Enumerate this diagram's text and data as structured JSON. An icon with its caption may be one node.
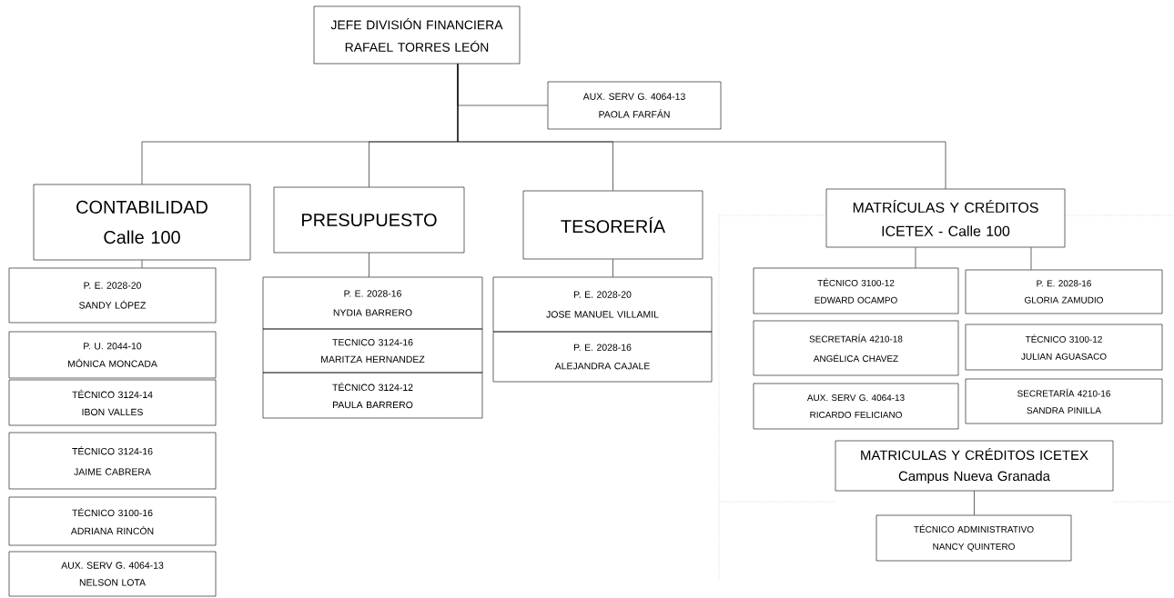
{
  "diagram": {
    "nodes": [
      {
        "text": [
          "JEFE DIVISIÓN FINANCIERA",
          "RAFAEL TORRES LEÓN"
        ]
      },
      {
        "text": [
          "AUX. SERV G. 4064-13",
          "PAOLA FARFÁN"
        ]
      },
      {
        "text": [
          "CONTABILIDAD",
          "Calle 100"
        ]
      },
      {
        "text": [
          "PRESUPUESTO"
        ]
      },
      {
        "text": [
          "TESORERÍA"
        ]
      },
      {
        "text": [
          "MATRÍCULAS Y CRÉDITOS",
          "ICETEX - Calle 100"
        ]
      },
      {
        "text": [
          "P. E. 2028-20",
          "SANDY LÓPEZ"
        ]
      },
      {
        "text": [
          "P. U. 2044-10",
          "MÓNICA MONCADA"
        ]
      },
      {
        "text": [
          "TÉCNICO 3124-14",
          "IBON VALLES"
        ]
      },
      {
        "text": [
          "TÉCNICO 3124-16",
          "JAIME CABRERA"
        ]
      },
      {
        "text": [
          "TÉCNICO 3100-16",
          "ADRIANA RINCÓN"
        ]
      },
      {
        "text": [
          "AUX. SERV G. 4064-13",
          "NELSON LOTA"
        ]
      },
      {
        "text": [
          "P. E. 2028-16",
          "NYDIA BARRERO"
        ]
      },
      {
        "text": [
          "TECNICO 3124-16",
          "MARITZA HERNANDEZ"
        ]
      },
      {
        "text": [
          "TÉCNICO 3124-12",
          "PAULA BARRERO"
        ]
      },
      {
        "text": [
          "P. E. 2028-20",
          "JOSE MANUEL VILLAMIL"
        ]
      },
      {
        "text": [
          "P. E. 2028-16",
          "ALEJANDRA CAJALE"
        ]
      },
      {
        "text": [
          "TÉCNICO 3100-12",
          "EDWARD OCAMPO"
        ]
      },
      {
        "text": [
          "P. E. 2028-16",
          "GLORIA ZAMUDIO"
        ]
      },
      {
        "text": [
          "SECRETARÍA 4210-18",
          "ANGÉLICA CHAVEZ"
        ]
      },
      {
        "text": [
          "TÉCNICO 3100-12",
          "JULIAN AGUASACO"
        ]
      },
      {
        "text": [
          "AUX. SERV G. 4064-13",
          "RICARDO FELICIANO"
        ]
      },
      {
        "text": [
          "SECRETARÍA 4210-16",
          "SANDRA PINILLA"
        ]
      },
      {
        "text": [
          "MATRICULAS Y CRÉDITOS ICETEX",
          "Campus Nueva Granada"
        ]
      },
      {
        "text": [
          "TÉCNICO ADMINISTRATIVO",
          "NANCY QUINTERO"
        ]
      }
    ],
    "edges": [
      {
        "from": 0,
        "to": 1,
        "arrow": "none"
      },
      {
        "from": 0,
        "to": 2,
        "arrow": "none"
      },
      {
        "from": 0,
        "to": 3,
        "arrow": "none"
      },
      {
        "from": 0,
        "to": 4,
        "arrow": "none"
      },
      {
        "from": 0,
        "to": 5,
        "arrow": "none"
      },
      {
        "from": 2,
        "to": 6,
        "arrow": "none"
      },
      {
        "from": 3,
        "to": 12,
        "arrow": "none"
      },
      {
        "from": 4,
        "to": 15,
        "arrow": "none"
      },
      {
        "from": 5,
        "to": 17,
        "arrow": "none"
      },
      {
        "from": 5,
        "to": 18,
        "arrow": "none"
      },
      {
        "from": 23,
        "to": 24,
        "arrow": "none"
      }
    ]
  }
}
